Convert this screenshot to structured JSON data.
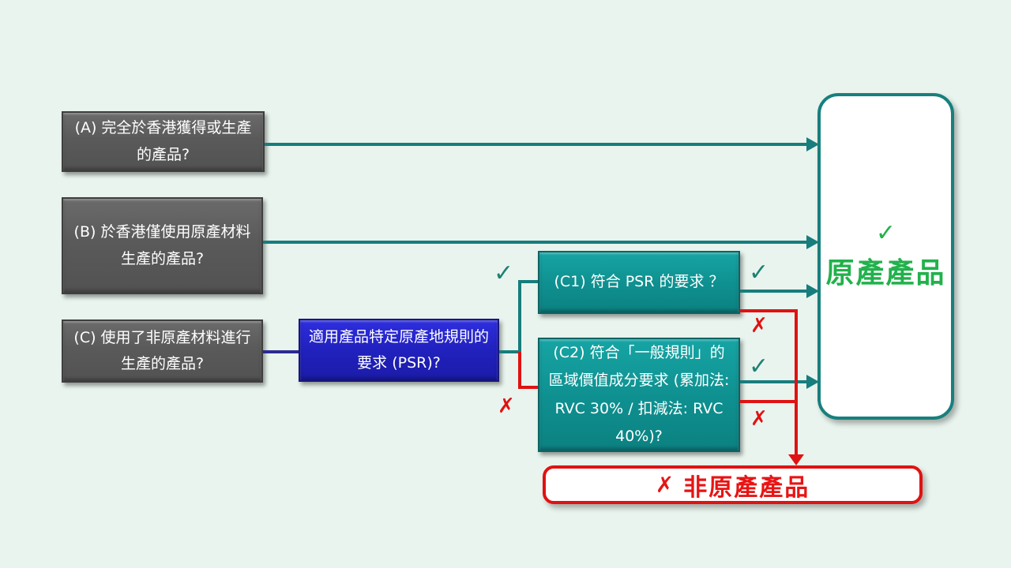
{
  "marks": {
    "check": "✓",
    "cross": "✗"
  },
  "colors": {
    "background": "#e9f4ee",
    "teal_line": "#177d7d",
    "red_line": "#e01212",
    "navy_line": "#2a2a94",
    "green_result": "#22b14c",
    "gray_box": "#5a5a5a",
    "blue_box": "#2121be",
    "teal_box": "#0f9191"
  },
  "boxes": {
    "a": {
      "label": "(A) 完全於香港獲得或生產的產品?"
    },
    "b": {
      "label": "(B) 於香港僅使用原產材料生產的產品?"
    },
    "c": {
      "label": "(C) 使用了非原產材料進行生產的產品?"
    },
    "psr": {
      "label": "適用產品特定原產地規則的要求 (PSR)?"
    },
    "c1": {
      "label": "(C1) 符合 PSR 的要求 ？"
    },
    "c2": {
      "label": "(C2) 符合「一般規則」的區域價值成分要求 (累加法: RVC 30% / 扣減法: RVC 40%)?"
    },
    "originating": {
      "check": "✓",
      "label": "原產產品"
    },
    "non_originating": {
      "cross": "✗",
      "label": "非原產產品"
    }
  }
}
